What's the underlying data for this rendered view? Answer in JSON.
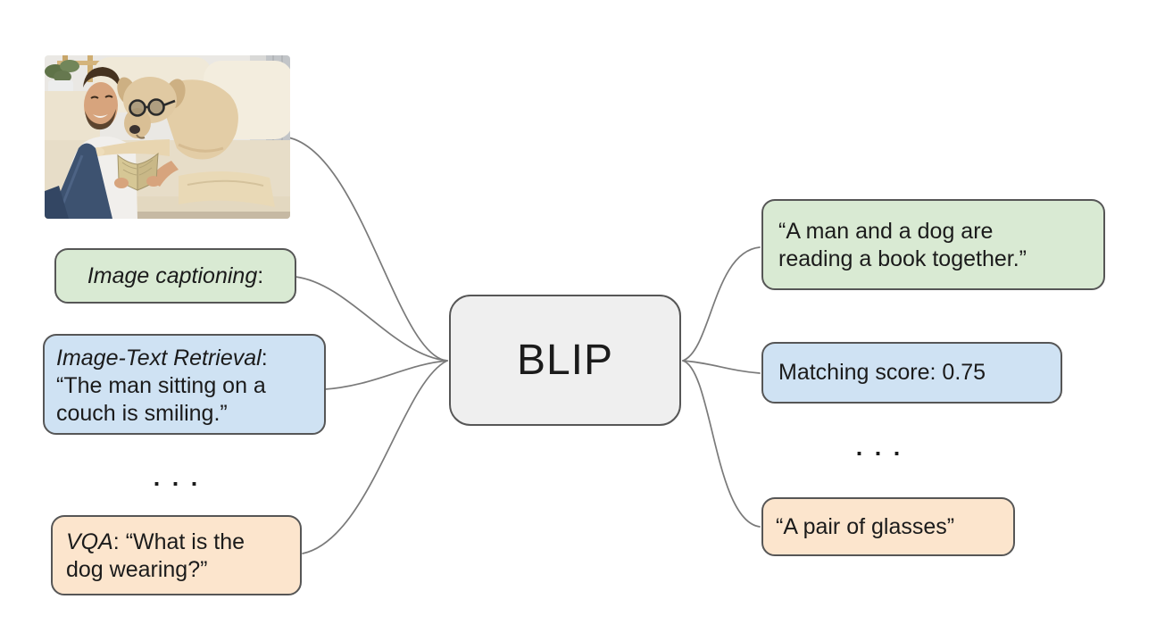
{
  "model": {
    "label": "BLIP"
  },
  "inputs": {
    "captioning": {
      "task": "Image captioning",
      "suffix": ":"
    },
    "retrieval": {
      "task": "Image-Text Retrieval",
      "suffix": ":",
      "query": "“The man sitting on a couch is smiling.”"
    },
    "ellipsis": ". . .",
    "vqa": {
      "task": "VQA",
      "suffix": ": “What is the dog wearing?”"
    }
  },
  "outputs": {
    "caption": "“A man and a dog are reading a book together.”",
    "matching": "Matching score: 0.75",
    "ellipsis": ". . .",
    "answer": "“A pair of glasses”"
  },
  "photo": {
    "description": "Man sitting by a couch reading a book with a dog wearing glasses on his shoulder"
  },
  "palette": {
    "green_fill": "#d9ead3",
    "blue_fill": "#cfe2f3",
    "orange_fill": "#fce5cd",
    "gray_fill": "#efefef",
    "box_border": "#565656",
    "connector_line": "#7a7a7a",
    "text": "#1b1b1b"
  }
}
